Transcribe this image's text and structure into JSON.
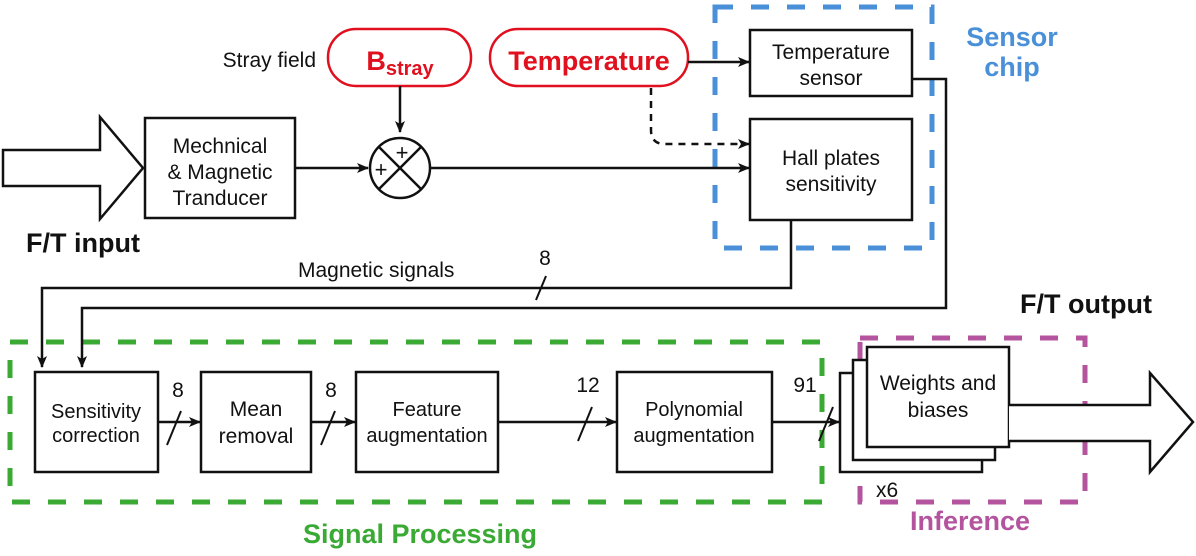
{
  "colors": {
    "external_input": "#e0101e",
    "sensor_chip": "#4a90d9",
    "signal_processing": "#3aaa35",
    "inference": "#b4549e",
    "line": "#111111"
  },
  "input": {
    "label": "F/T input"
  },
  "output": {
    "label": "F/T output"
  },
  "transducer": {
    "line1": "Mechnical",
    "line2": "& Magnetic",
    "line3": "Tranducer"
  },
  "stray": {
    "caption": "Stray field",
    "symbol": "B",
    "subscript": "stray"
  },
  "summing": {
    "sign_top": "+",
    "sign_left": "+"
  },
  "temperature": {
    "label": "Temperature"
  },
  "sensor_chip": {
    "title_line1": "Sensor",
    "title_line2": "chip",
    "temp_sensor": {
      "line1": "Temperature",
      "line2": "sensor"
    },
    "hall": {
      "line1": "Hall plates",
      "line2": "sensitivity"
    }
  },
  "magnetic_signals": {
    "label": "Magnetic signals",
    "width": "8"
  },
  "signal_processing": {
    "title": "Signal Processing",
    "blocks": [
      {
        "line1": "Sensitivity",
        "line2": "correction"
      },
      {
        "line1": "Mean",
        "line2": "removal"
      },
      {
        "line1": "Feature",
        "line2": "augmentation"
      },
      {
        "line1": "Polynomial",
        "line2": "augmentation"
      }
    ],
    "bus_widths": [
      "8",
      "8",
      "12",
      "91"
    ]
  },
  "inference": {
    "title": "Inference",
    "block": {
      "line1": "Weights and",
      "line2": "biases"
    },
    "multiplier": "x6"
  }
}
